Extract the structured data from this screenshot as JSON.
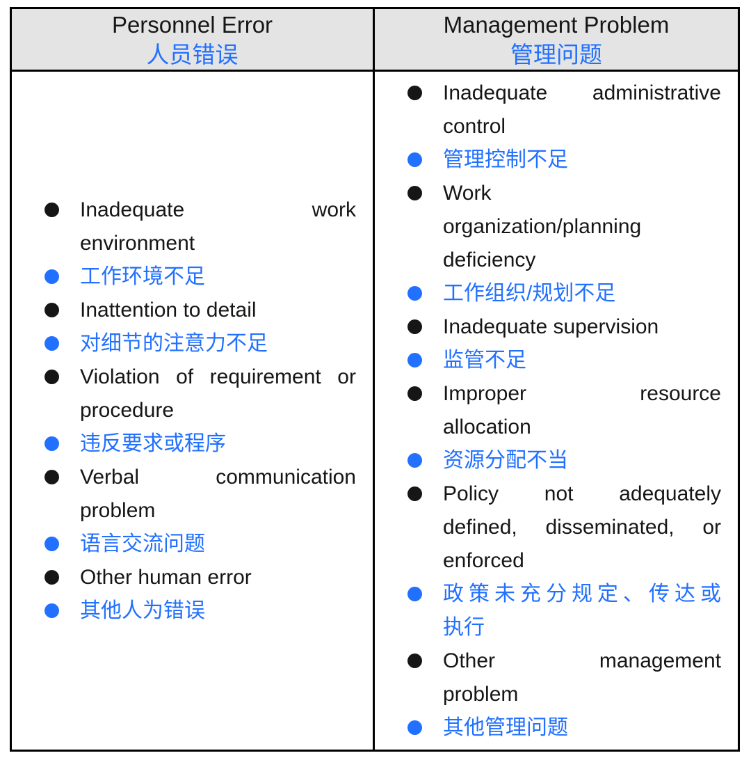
{
  "colors": {
    "accent_blue": "#2170ff",
    "text_black": "#161616",
    "header_background": "#e5e4e4",
    "border_black": "#000000",
    "page_background": "#ffffff"
  },
  "table": {
    "columns": [
      {
        "id": "personnel-error",
        "header": {
          "en": "Personnel Error",
          "zh": "人员错误"
        },
        "items": [
          {
            "lang": "en",
            "lines": [
              "Inadequate work",
              "environment"
            ]
          },
          {
            "lang": "zh",
            "lines": [
              "工作环境不足"
            ]
          },
          {
            "lang": "en",
            "lines": [
              "Inattention to detail"
            ]
          },
          {
            "lang": "zh",
            "lines": [
              "对细节的注意力不足"
            ]
          },
          {
            "lang": "en",
            "lines": [
              "Violation of requirement or",
              "procedure"
            ]
          },
          {
            "lang": "zh",
            "lines": [
              "违反要求或程序"
            ]
          },
          {
            "lang": "en",
            "lines": [
              "Verbal communication",
              "problem"
            ]
          },
          {
            "lang": "zh",
            "lines": [
              "语言交流问题"
            ]
          },
          {
            "lang": "en",
            "lines": [
              "Other human error"
            ]
          },
          {
            "lang": "zh",
            "lines": [
              "其他人为错误"
            ]
          }
        ]
      },
      {
        "id": "management-problem",
        "header": {
          "en": "Management Problem",
          "zh": "管理问题"
        },
        "items": [
          {
            "lang": "en",
            "lines": [
              "Inadequate administrative",
              "control"
            ]
          },
          {
            "lang": "zh",
            "lines": [
              "管理控制不足"
            ]
          },
          {
            "lang": "en",
            "lines": [
              "Work",
              "organization/planning",
              "deficiency"
            ]
          },
          {
            "lang": "zh",
            "lines": [
              "工作组织/规划不足"
            ]
          },
          {
            "lang": "en",
            "lines": [
              "Inadequate supervision"
            ]
          },
          {
            "lang": "zh",
            "lines": [
              "监管不足"
            ]
          },
          {
            "lang": "en",
            "lines": [
              "Improper resource",
              "allocation"
            ]
          },
          {
            "lang": "zh",
            "lines": [
              "资源分配不当"
            ]
          },
          {
            "lang": "en",
            "lines": [
              "Policy not adequately",
              "defined, disseminated, or",
              "enforced"
            ]
          },
          {
            "lang": "zh",
            "lines": [
              "政策未充分规定、传达或",
              "执行"
            ]
          },
          {
            "lang": "en",
            "lines": [
              "Other management",
              "problem"
            ]
          },
          {
            "lang": "zh",
            "lines": [
              "其他管理问题"
            ]
          }
        ]
      }
    ]
  }
}
